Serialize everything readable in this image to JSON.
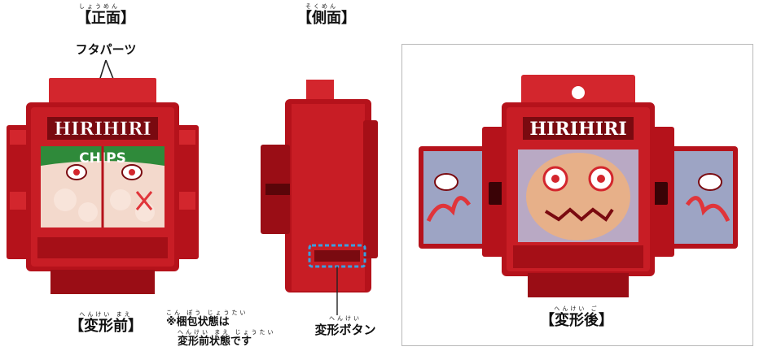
{
  "labels": {
    "front": {
      "ruby": "しょうめん",
      "text": "【正面】"
    },
    "side": {
      "ruby": "そくめん",
      "text": "【側面】"
    },
    "lid_parts": "フタパーツ",
    "before": {
      "ruby": "へんけい まえ",
      "text": "【変形前】"
    },
    "note": {
      "ruby1": "こん ぽう じょうたい",
      "line1": "※梱包状態は",
      "ruby2": "へんけい まえ じょうたい",
      "line2": "変形前状態です"
    },
    "button": {
      "ruby": "へんけい",
      "text": "変形ボタン"
    },
    "after": {
      "ruby": "へんけい ご",
      "text": "【変形後】"
    }
  },
  "product": {
    "brand_text": "HIRIHIRI",
    "chips_text": "CHIPS"
  },
  "colors": {
    "body_red": "#b5121b",
    "dark_red": "#7a0a10",
    "light_red": "#e0353a",
    "chips_green": "#2f8a3a",
    "button_outline": "#3aa0e0"
  }
}
